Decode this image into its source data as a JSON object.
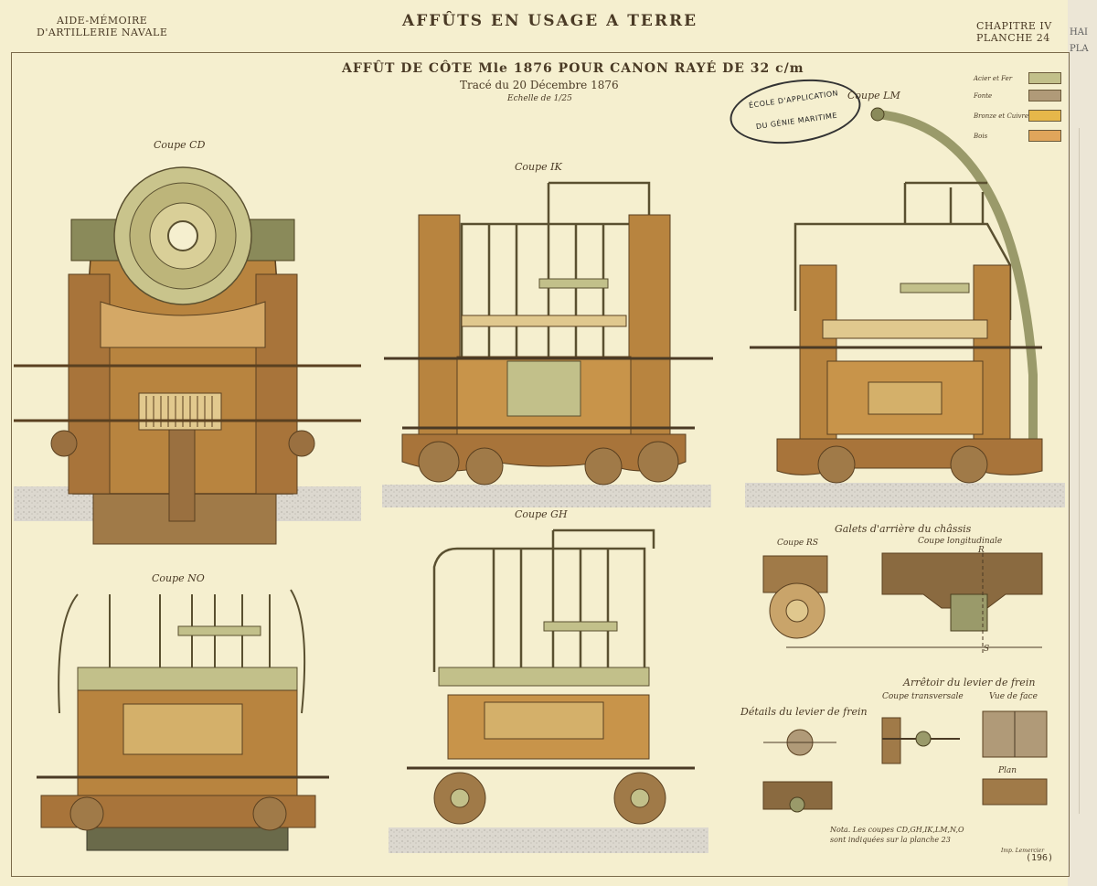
{
  "header": {
    "left_line1": "AIDE-MÉMOIRE",
    "left_line2": "D'ARTILLERIE NAVALE",
    "center": "AFFÛTS EN USAGE A TERRE",
    "right_line1": "CHAPITRE IV",
    "right_line2": "PLANCHE 24"
  },
  "title": {
    "main": "AFFÛT DE CÔTE Mle 1876 POUR CANON RAYÉ DE 32 c/m",
    "date": "Tracé du 20 Décembre 1876",
    "scale": "Echelle de 1/25"
  },
  "stamp": {
    "line1": "ÉCOLE D'APPLICATION",
    "line2": "DU GÉNIE MARITIME"
  },
  "legend": [
    {
      "label": "Acier et Fer",
      "color": "#c2c08a"
    },
    {
      "label": "Fonte",
      "color": "#b09a78"
    },
    {
      "label": "Bronze et Cuivre",
      "color": "#e6b74a"
    },
    {
      "label": "Bois",
      "color": "#e0a55b"
    }
  ],
  "views": {
    "cd": "Coupe CD",
    "ik": "Coupe IK",
    "lm": "Coupe LM",
    "no": "Coupe NO",
    "gh": "Coupe GH"
  },
  "details": {
    "galets": "Galets d'arrière du châssis",
    "rs": "Coupe RS",
    "longitudinale": "Coupe longitudinale",
    "arretoir": "Arrêtoir du levier de frein",
    "transversale": "Coupe transversale",
    "vue_face": "Vue de face",
    "details_levier": "Détails du levier de frein",
    "plan": "Plan",
    "r": "R",
    "s": "S"
  },
  "note": {
    "line1": "Nota. Les coupes CD,GH,IK,LM,N,O",
    "line2": "sont indiquées sur la planche 23"
  },
  "footer": {
    "printer": "Imp. Lemercier",
    "page": "(196)"
  },
  "right_strip": {
    "a": "HAI",
    "b": "PLA"
  },
  "colors": {
    "paper": "#f5efcf",
    "wood": "#b8843f",
    "iron": "#c2c08a",
    "bronze": "#e6b74a",
    "ground": "#d9d5cc",
    "ink": "#4a3a25"
  }
}
